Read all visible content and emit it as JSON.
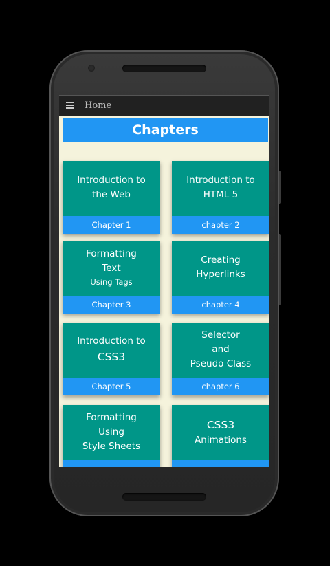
{
  "appbar": {
    "menu_icon": "hamburger-menu-icon",
    "title": "Home"
  },
  "header": {
    "title": "Chapters"
  },
  "chapters": [
    {
      "lines": [
        {
          "text": "Introduction to",
          "size": "normal"
        },
        {
          "text": "the Web",
          "size": "normal"
        }
      ],
      "label": "Chapter 1"
    },
    {
      "lines": [
        {
          "text": "Introduction to",
          "size": "normal"
        },
        {
          "text": "HTML 5",
          "size": "normal"
        }
      ],
      "label": "chapter 2"
    },
    {
      "lines": [
        {
          "text": "Formatting",
          "size": "normal"
        },
        {
          "text": "Text",
          "size": "normal"
        },
        {
          "text": "Using Tags",
          "size": "small"
        }
      ],
      "label": "Chapter 3"
    },
    {
      "lines": [
        {
          "text": "Creating",
          "size": "normal"
        },
        {
          "text": "Hyperlinks",
          "size": "normal"
        }
      ],
      "label": "chapter 4"
    },
    {
      "lines": [
        {
          "text": "Introduction to",
          "size": "normal"
        },
        {
          "text": "CSS3",
          "size": "big"
        }
      ],
      "label": "Chapter 5"
    },
    {
      "lines": [
        {
          "text": "Selector",
          "size": "normal"
        },
        {
          "text": "and",
          "size": "normal"
        },
        {
          "text": "Pseudo Class",
          "size": "normal"
        }
      ],
      "label": "chapter 6"
    },
    {
      "lines": [
        {
          "text": "Formatting",
          "size": "normal"
        },
        {
          "text": "Using",
          "size": "normal"
        },
        {
          "text": "Style Sheets",
          "size": "normal"
        }
      ],
      "label": ""
    },
    {
      "lines": [
        {
          "text": "CSS3",
          "size": "big"
        },
        {
          "text": "Animations",
          "size": "normal"
        }
      ],
      "label": ""
    }
  ],
  "colors": {
    "card": "#009688",
    "accent": "#2196f3",
    "background": "#f5f3dc",
    "appbar": "#212121"
  }
}
